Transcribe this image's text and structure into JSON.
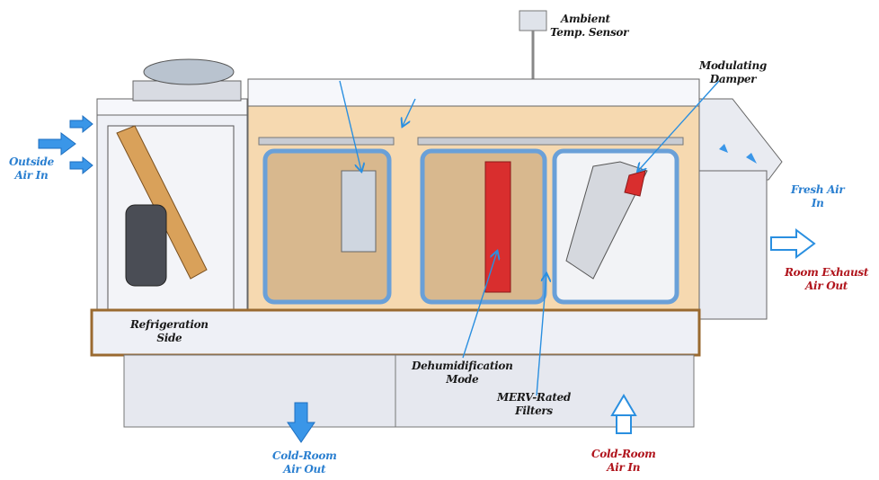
{
  "colors": {
    "blue_label": "#2a7fd0",
    "red_label": "#b0141c",
    "panel": "#f6d9b0",
    "frame": "#e8eaf2"
  },
  "labels": {
    "ambient_1": "Ambient",
    "ambient_2": "Temp. Sensor",
    "damper_1": "Modulating",
    "damper_2": "Damper",
    "outside_1": "Outside",
    "outside_2": "Air In",
    "fresh_1": "Fresh Air",
    "fresh_2": "In",
    "exhaust_1": "Room Exhaust",
    "exhaust_2": "Air Out",
    "refrig_1": "Refrigeration",
    "refrig_2": "Side",
    "dehum_1": "Dehumidification",
    "dehum_2": "Mode",
    "merv_1": "MERV-Rated",
    "merv_2": "Filters",
    "cold_out_1": "Cold-Room",
    "cold_out_2": "Air Out",
    "cold_in_1": "Cold-Room",
    "cold_in_2": "Air In"
  }
}
